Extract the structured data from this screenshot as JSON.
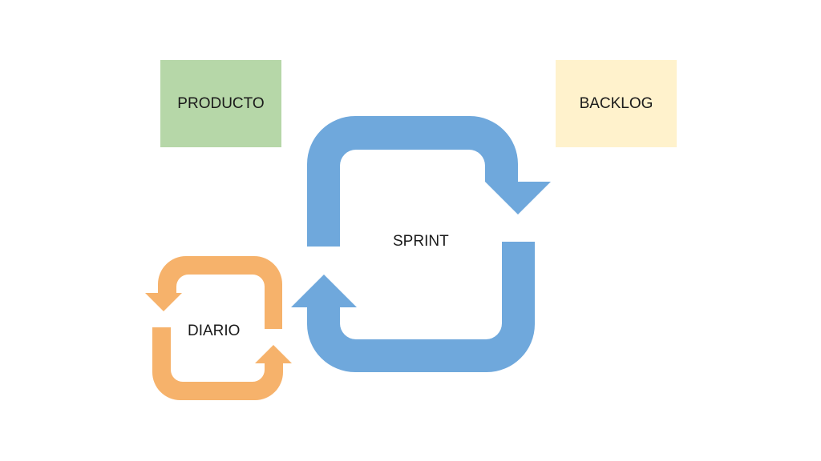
{
  "diagram": {
    "product_box": {
      "label": "PRODUCTO",
      "color": "#b6d7a8"
    },
    "backlog_box": {
      "label": "BACKLOG",
      "color": "#fff2cc"
    },
    "sprint_cycle": {
      "label": "SPRINT",
      "color": "#6fa8dc"
    },
    "daily_cycle": {
      "label": "DIARIO",
      "color": "#f6b26b"
    }
  }
}
